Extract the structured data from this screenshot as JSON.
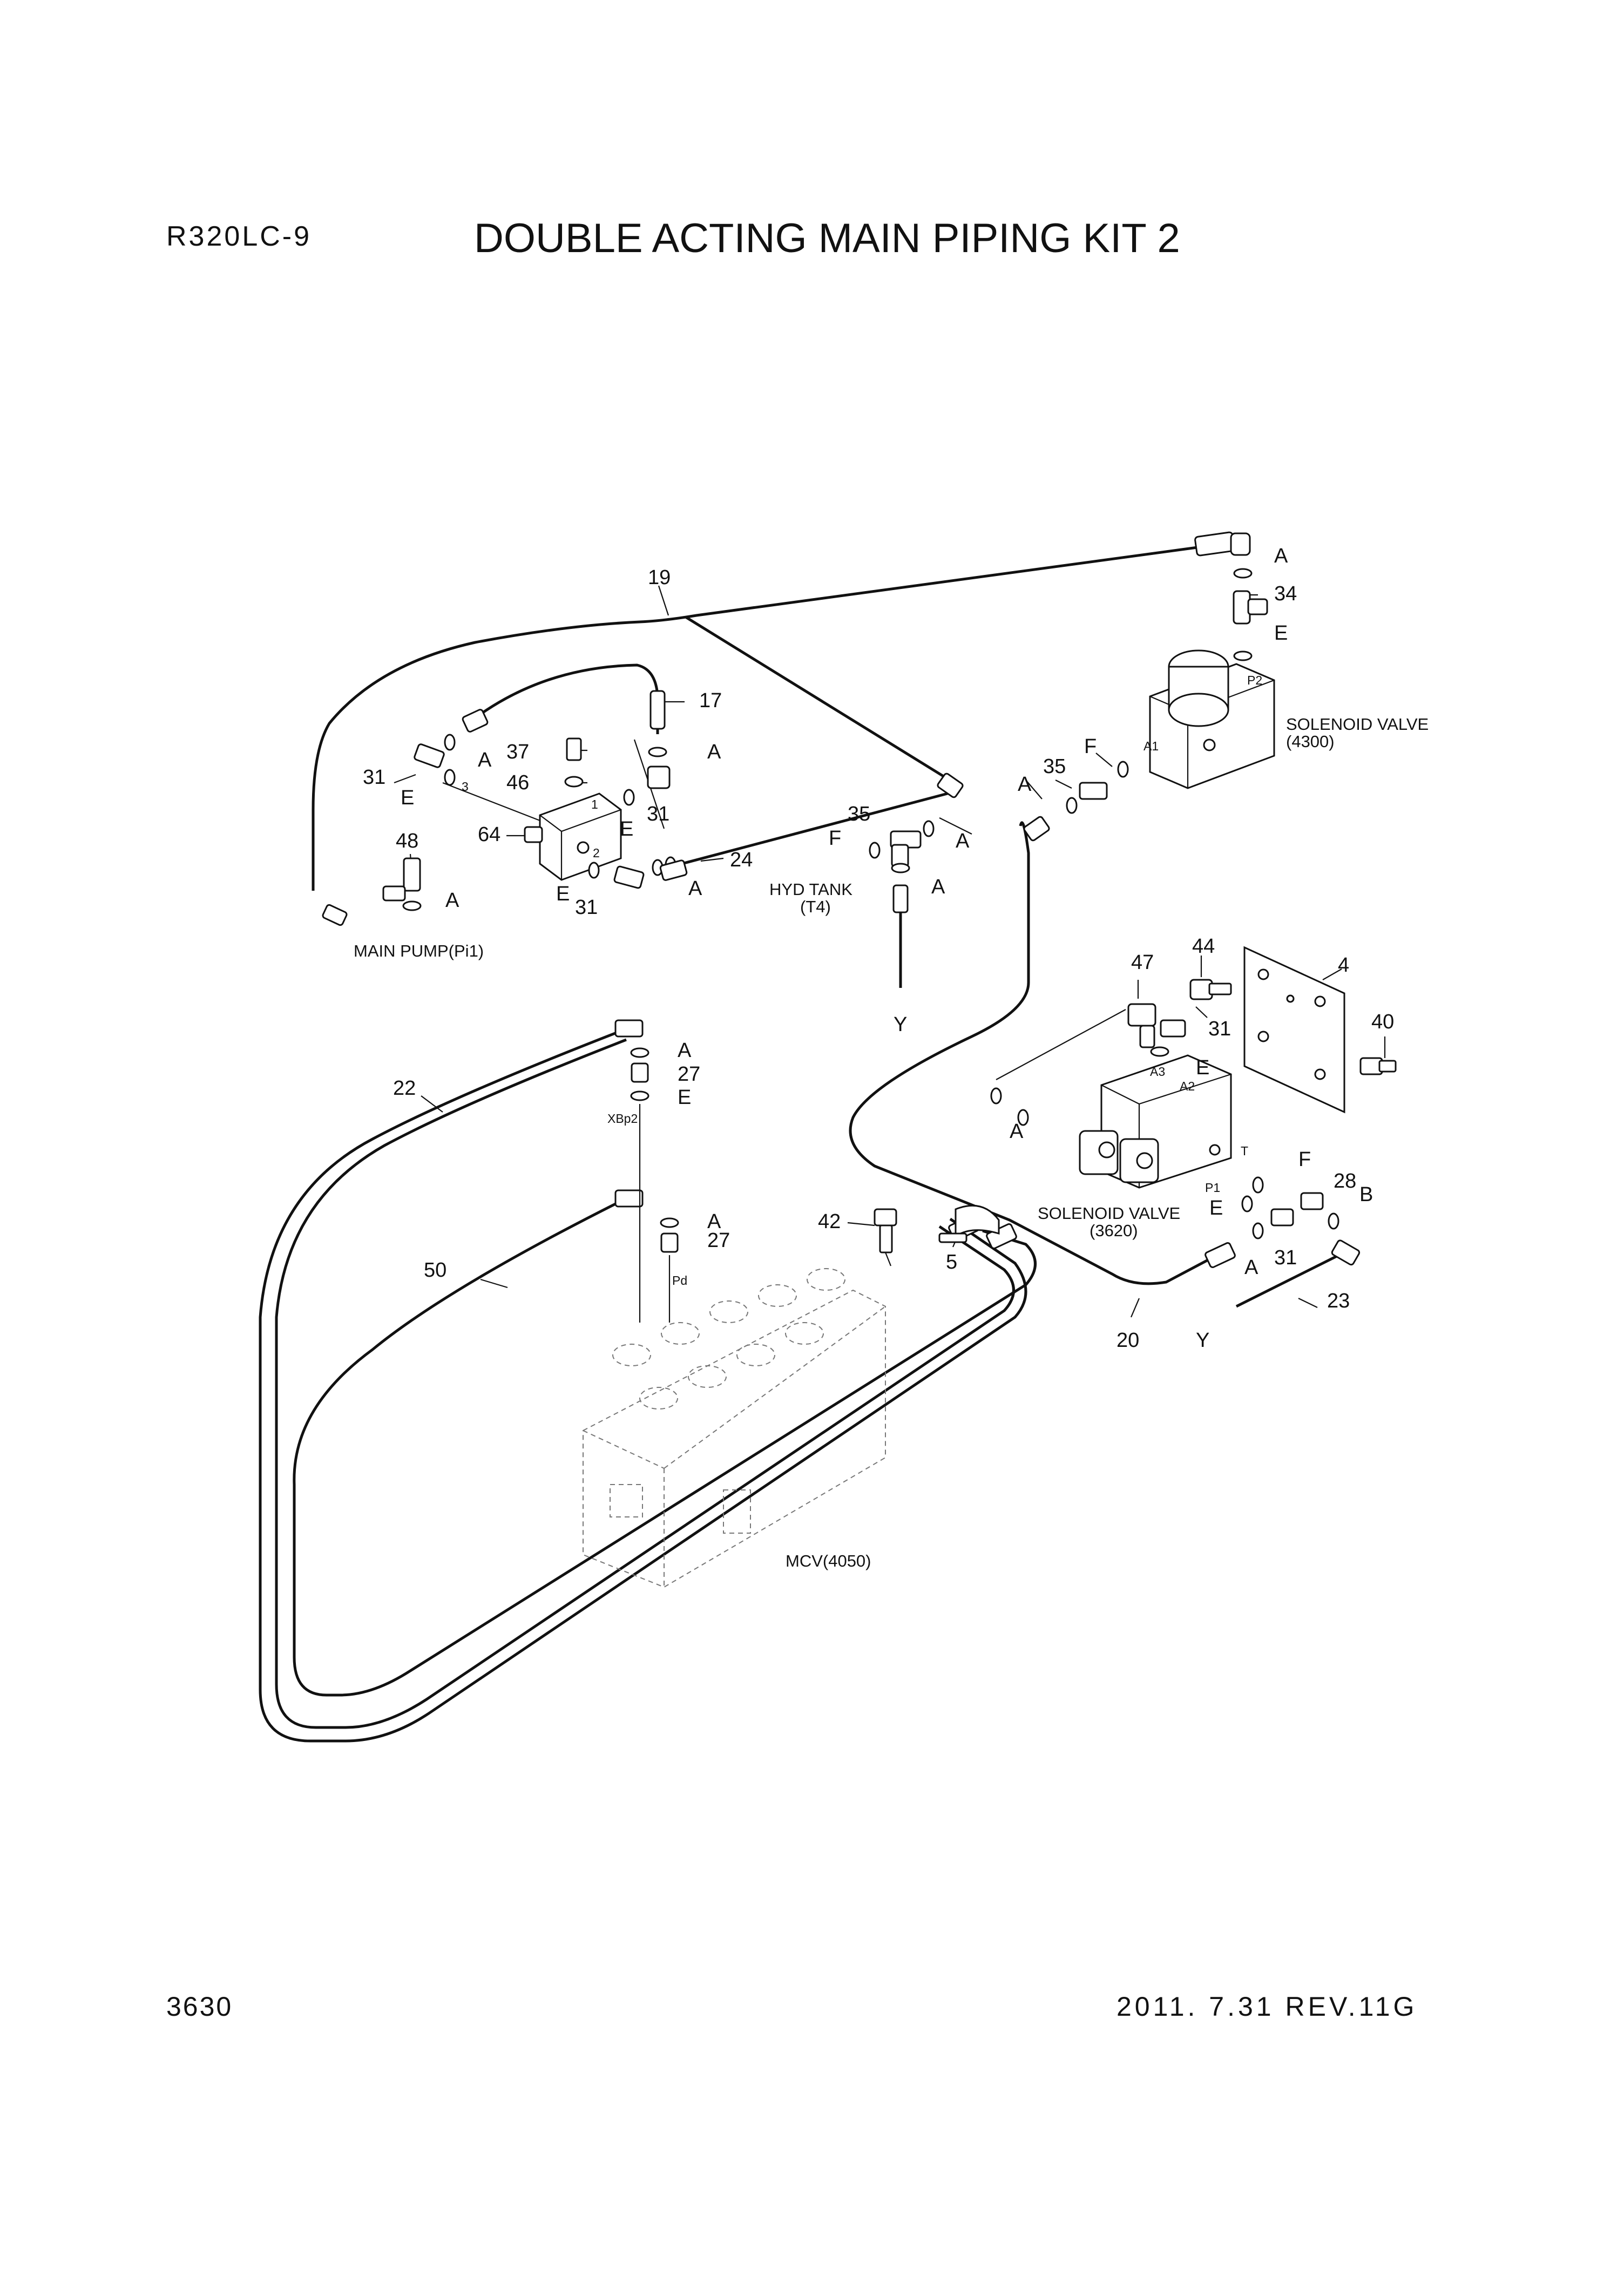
{
  "header": {
    "model": "R320LC-9",
    "title": "DOUBLE ACTING MAIN PIPING KIT 2"
  },
  "footer": {
    "page_number": "3630",
    "revision": "2011. 7.31  REV.11G"
  },
  "diagram": {
    "components": {
      "solenoid_valve_4300": "SOLENOID VALVE\n(4300)",
      "solenoid_valve_3620": "SOLENOID VALVE\n(3620)",
      "hyd_tank": "HYD TANK\n(T4)",
      "main_pump": "MAIN PUMP(Pi1)",
      "mcv": "MCV(4050)"
    },
    "part_callouts": [
      "19",
      "17",
      "37",
      "46",
      "31",
      "64",
      "48",
      "24",
      "35",
      "34",
      "22",
      "27",
      "50",
      "42",
      "5",
      "20",
      "23",
      "47",
      "44",
      "4",
      "40",
      "28"
    ],
    "port_labels": [
      "P2",
      "A1",
      "A2",
      "A3",
      "T",
      "P1",
      "XBp2",
      "Pd",
      "1",
      "2",
      "3"
    ],
    "connection_letters": [
      "A",
      "B",
      "E",
      "F",
      "Y"
    ]
  }
}
